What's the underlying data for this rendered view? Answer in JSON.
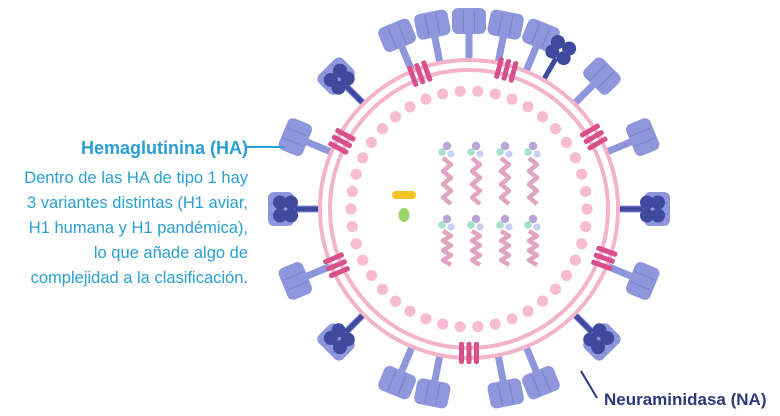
{
  "labels": {
    "hemagglutinin_title": "Hemaglutinina (HA)",
    "hemagglutinin_description": [
      "Dentro de las HA de tipo 1 hay",
      "3 variantes distintas (H1 aviar,",
      "H1 humana y H1 pandémica),",
      "lo que añade algo de",
      "complejidad a la clasificación."
    ],
    "neuraminidase_title": "Neuraminidasa (NA)"
  },
  "colors": {
    "ha_label": "#2aa0d2",
    "na_label": "#2b3a7a",
    "ha_protein": "#8f97dc",
    "na_protein": "#3f4a9e",
    "membrane": "#f3b3cb",
    "channel": "#d94f8a",
    "matrix": "#f7bcd2",
    "rna": "#e1a5c1"
  },
  "icons": {
    "ha_spike": "hemagglutinin-spike-icon",
    "na_spike": "neuraminidase-spike-icon",
    "m2": "m2-ion-channel-icon",
    "rnp": "rna-segment-icon"
  }
}
